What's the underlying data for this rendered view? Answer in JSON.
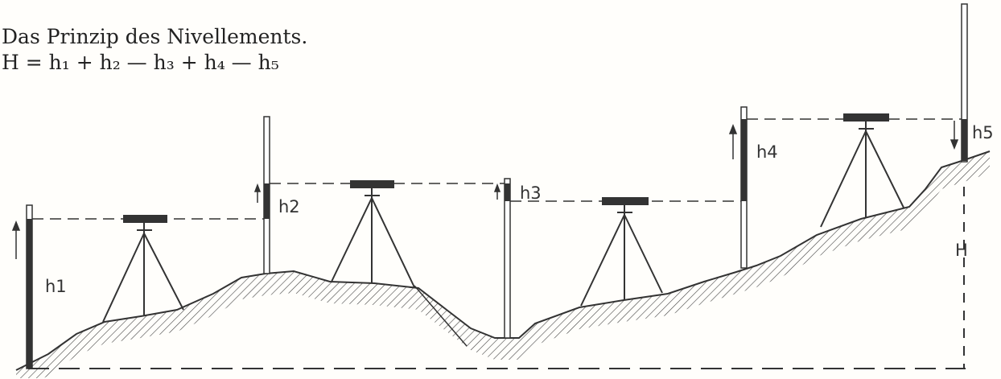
{
  "caption": {
    "title": "Das Prinzip des Nivellements.",
    "formula": "H = h₁ + h₂ — h₃ + h₄ — h₅"
  },
  "labels": {
    "h1": "h1",
    "h2": "h2",
    "h3": "h3",
    "h4": "h4",
    "h5": "h5",
    "H": "H"
  },
  "colors": {
    "ink": "#333333",
    "paper": "#fffefb"
  }
}
